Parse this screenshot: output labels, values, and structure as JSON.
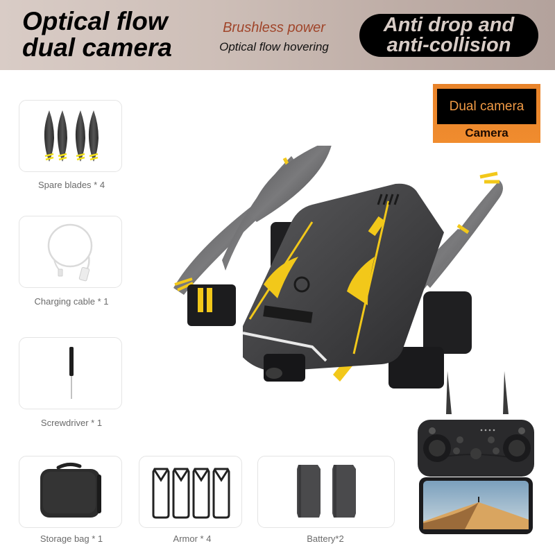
{
  "header": {
    "title_line1": "Optical flow",
    "title_line2": "dual camera",
    "feature_accent": "Brushless power",
    "feature_sub": "Optical flow hovering",
    "pill_line1": "Anti drop and",
    "pill_line2": "anti-collision"
  },
  "camera_badge": {
    "inner_text": "Dual camera",
    "label": "Camera"
  },
  "accessories": [
    {
      "label": "Spare blades * 4",
      "icon": "propeller-blades-icon"
    },
    {
      "label": "Charging cable * 1",
      "icon": "usb-cable-icon"
    },
    {
      "label": "Screwdriver * 1",
      "icon": "screwdriver-icon"
    },
    {
      "label": "Storage bag * 1",
      "icon": "storage-bag-icon"
    },
    {
      "label": "Armor * 4",
      "icon": "propeller-guard-icon"
    },
    {
      "label": "Battery*2",
      "icon": "battery-icon"
    }
  ],
  "colors": {
    "header_gradient_start": "#d9ccc6",
    "header_gradient_end": "#b3a29c",
    "accent_text": "#a0452a",
    "badge_orange": "#ec872c",
    "drone_yellow": "#f2c81a",
    "drone_body": "#2e2e30"
  }
}
